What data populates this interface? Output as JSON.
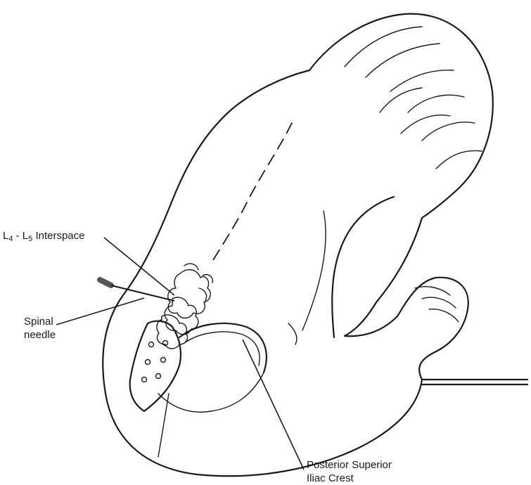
{
  "labels": {
    "interspace": {
      "prefix": "L",
      "sub1": "4",
      "mid": " - L",
      "sub2": "5",
      "suffix": " Interspace"
    },
    "needle_line1": "Spinal",
    "needle_line2": "needle",
    "crest_line1": "Posterior Superior",
    "crest_line2": "Iliac Crest"
  },
  "colors": {
    "ink": "#1a1a1a",
    "background": "#ffffff"
  }
}
